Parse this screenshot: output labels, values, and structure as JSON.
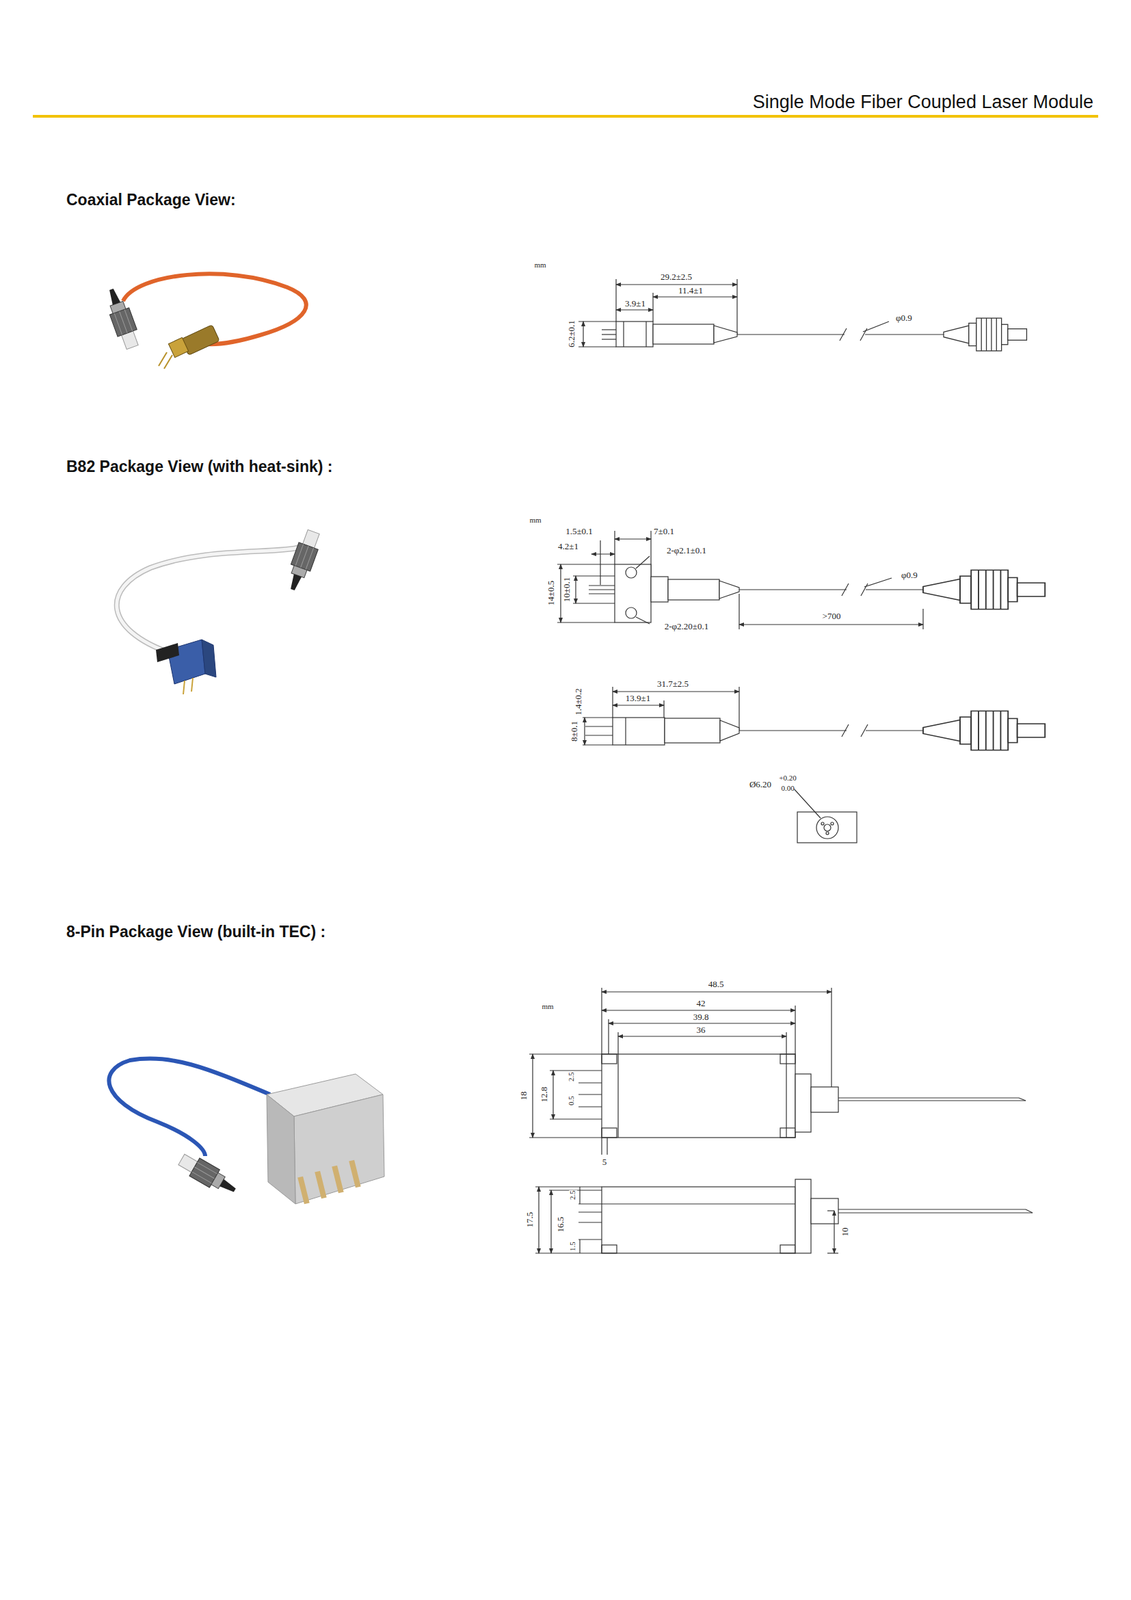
{
  "diagram": {
    "title": "Single Mode Fiber Coupled Laser Module",
    "labels": [
      "Coaxial Package View:",
      "mm",
      "29.2±2.5",
      "11.4±1",
      "3.9±1",
      "6.2±0.1",
      "φ0.9",
      "B82 Package View (with heat-sink) :",
      "mm",
      "1.5±0.1",
      "7±0.1",
      "4.2±1",
      "2-φ2.1±0.1",
      "14±0.5",
      "10±0.1",
      "2-φ2.20±0.1",
      "φ0.9",
      ">700",
      "1.4±0.2",
      "31.7±2.5",
      "13.9±1",
      "8±0.1",
      "Ø6.20",
      "+0.20",
      "0.00",
      "8-Pin Package View (built-in TEC) :",
      "48.5",
      "mm",
      "42",
      "39.8",
      "36",
      "18",
      "12.8",
      "2.5",
      "0.5",
      "5",
      "17.5",
      "16.5",
      "2.5",
      "1.5",
      "10"
    ]
  }
}
